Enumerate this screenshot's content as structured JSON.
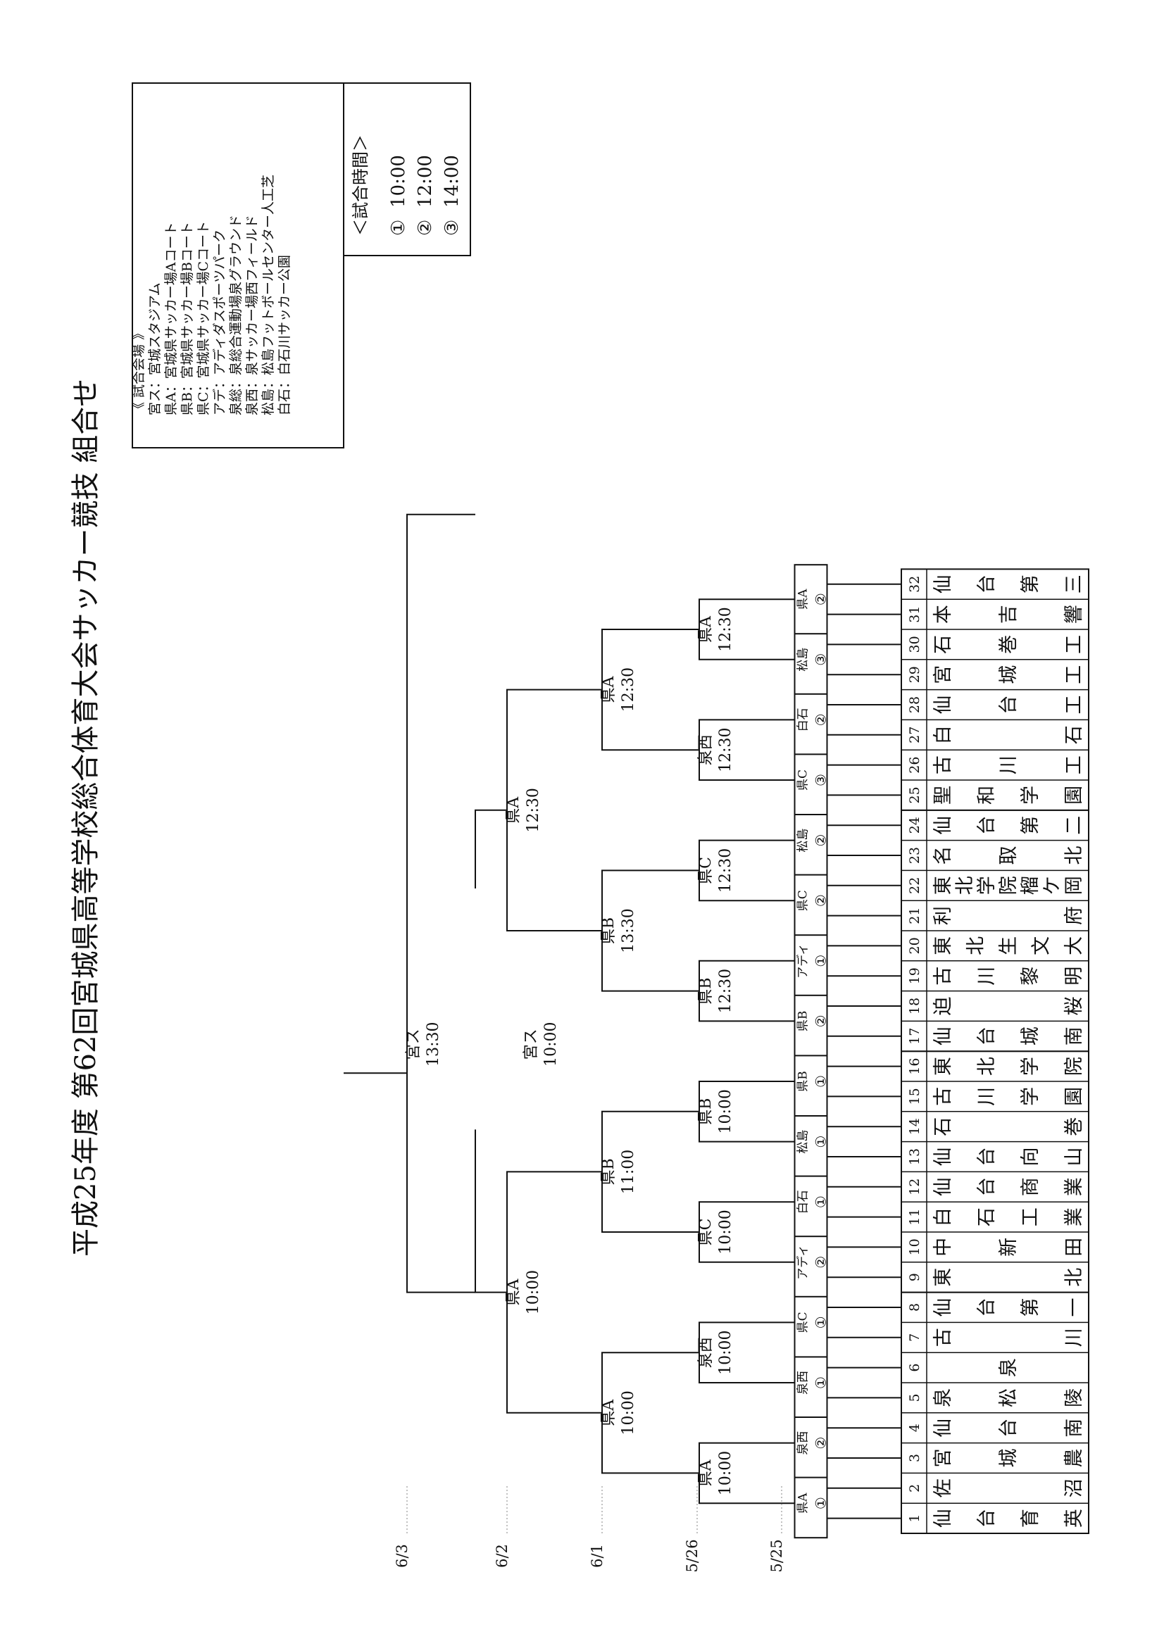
{
  "title": "平成25年度 第62回宮城県高等学校総合体育大会サッカー競技 組合せ",
  "venues": {
    "heading": "《 試合会場 》",
    "items": [
      "宮ス：宮城スタジアム",
      "県A：宮城県サッカー場Aコート",
      "県B：宮城県サッカー場Bコート",
      "県C：宮城県サッカー場Cコート",
      "アデ：アディダスポーツパーク",
      "泉総：泉総合運動場泉グラウンド",
      "泉西：泉サッカー場西フィールド",
      "松島：松島フットボールセンター人工芝",
      "白石：白石川サッカー公園"
    ]
  },
  "times": {
    "heading": "＜試合時間＞",
    "items": [
      {
        "mark": "①",
        "time": "10:00"
      },
      {
        "mark": "②",
        "time": "12:00"
      },
      {
        "mark": "③",
        "time": "14:00"
      }
    ]
  },
  "dates": [
    "5/25",
    "5/26",
    "6/1",
    "6/2",
    "6/3"
  ],
  "teams": [
    {
      "no": "1",
      "name": "仙台育英"
    },
    {
      "no": "2",
      "name": "佐沼"
    },
    {
      "no": "3",
      "name": "宮城農"
    },
    {
      "no": "4",
      "name": "仙台南"
    },
    {
      "no": "5",
      "name": "泉松陵"
    },
    {
      "no": "6",
      "name": "泉"
    },
    {
      "no": "7",
      "name": "古川"
    },
    {
      "no": "8",
      "name": "仙台第一"
    },
    {
      "no": "9",
      "name": "東北"
    },
    {
      "no": "10",
      "name": "中新田"
    },
    {
      "no": "11",
      "name": "白石工業"
    },
    {
      "no": "12",
      "name": "仙台商業"
    },
    {
      "no": "13",
      "name": "仙台向山"
    },
    {
      "no": "14",
      "name": "石巻"
    },
    {
      "no": "15",
      "name": "古川学園"
    },
    {
      "no": "16",
      "name": "東北学院"
    },
    {
      "no": "17",
      "name": "仙台城南"
    },
    {
      "no": "18",
      "name": "迫桜"
    },
    {
      "no": "19",
      "name": "古川黎明"
    },
    {
      "no": "20",
      "name": "東北生文大"
    },
    {
      "no": "21",
      "name": "利府"
    },
    {
      "no": "22",
      "name": "東北学院榴ケ岡"
    },
    {
      "no": "23",
      "name": "名取北"
    },
    {
      "no": "24",
      "name": "仙台第二"
    },
    {
      "no": "25",
      "name": "聖和学園"
    },
    {
      "no": "26",
      "name": "古川工"
    },
    {
      "no": "27",
      "name": "白石"
    },
    {
      "no": "28",
      "name": "仙台工"
    },
    {
      "no": "29",
      "name": "宮城工"
    },
    {
      "no": "30",
      "name": "石巻工"
    },
    {
      "no": "31",
      "name": "本吉響"
    },
    {
      "no": "32",
      "name": "仙台第三"
    }
  ],
  "round1": [
    {
      "venue": "県A",
      "slot": "①"
    },
    {
      "venue": "泉西",
      "slot": "②"
    },
    {
      "venue": "泉西",
      "slot": "①"
    },
    {
      "venue": "県C",
      "slot": "①"
    },
    {
      "venue": "アディ",
      "slot": "②"
    },
    {
      "venue": "白石",
      "slot": "①"
    },
    {
      "venue": "松島",
      "slot": "①"
    },
    {
      "venue": "県B",
      "slot": "①"
    },
    {
      "venue": "県B",
      "slot": "②"
    },
    {
      "venue": "アディ",
      "slot": "①"
    },
    {
      "venue": "県C",
      "slot": "②"
    },
    {
      "venue": "松島",
      "slot": "②"
    },
    {
      "venue": "県C",
      "slot": "③"
    },
    {
      "venue": "白石",
      "slot": "②"
    },
    {
      "venue": "松島",
      "slot": "③"
    },
    {
      "venue": "県A",
      "slot": "②"
    }
  ],
  "round2": [
    {
      "venue": "県A",
      "time": "10:00"
    },
    {
      "venue": "泉西",
      "time": "10:00"
    },
    {
      "venue": "県C",
      "time": "10:00"
    },
    {
      "venue": "県B",
      "time": "10:00"
    },
    {
      "venue": "県B",
      "time": "12:30"
    },
    {
      "venue": "県C",
      "time": "12:30"
    },
    {
      "venue": "泉西",
      "time": "12:30"
    },
    {
      "venue": "県A",
      "time": "12:30"
    }
  ],
  "round3": [
    {
      "venue": "県A",
      "time": "10:00"
    },
    {
      "venue": "県B",
      "time": "11:00"
    },
    {
      "venue": "県B",
      "time": "13:30"
    },
    {
      "venue": "県A",
      "time": "12:30"
    }
  ],
  "round4": [
    {
      "venue": "県A",
      "time": "10:00"
    },
    {
      "venue": "県A",
      "time": "12:30"
    }
  ],
  "semifinal": {
    "venue": "宮ス",
    "time": "10:00"
  },
  "final": {
    "venue": "宮ス",
    "time": "13:30"
  }
}
